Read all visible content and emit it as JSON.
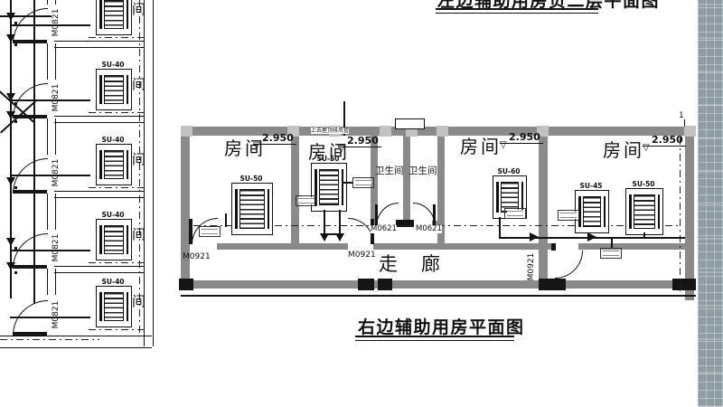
{
  "titles": {
    "top_partial": "左边辅助用房负二层平面图",
    "bottom": "右边辅助用房平面图"
  },
  "right_plan": {
    "grid_mark": "1",
    "duct_note": "上去屋顶排风管",
    "corridor_label": "走廊",
    "rooms": [
      {
        "label": "房间",
        "elevation": "2.950",
        "unit": "SU-50",
        "door": "M0921"
      },
      {
        "label": "房间",
        "elevation": "2.950",
        "unit": "SU-50",
        "door": "M0921"
      },
      {
        "label": "房间",
        "elevation": "2.950",
        "unit": "SU-60",
        "door": "M0921"
      },
      {
        "label": "房间",
        "elevation": "2.950",
        "unit": "SU-45",
        "unit2": "SU-50"
      }
    ],
    "bathrooms": [
      {
        "label": "卫生间",
        "door": "M0621"
      },
      {
        "label": "卫生间",
        "door": "M0621"
      }
    ]
  },
  "left_plan": {
    "rooms": [
      {
        "label": "房间",
        "unit": "SU-40",
        "door": "M0821"
      },
      {
        "label": "房间",
        "unit": "SU-40",
        "door": "M0821"
      },
      {
        "label": "房间",
        "unit": "SU-40",
        "door": "M0821"
      },
      {
        "label": "房间",
        "unit": "SU-40",
        "door": "M0821"
      },
      {
        "label": "房间",
        "unit": "SU-40",
        "door": "M0821"
      }
    ]
  }
}
